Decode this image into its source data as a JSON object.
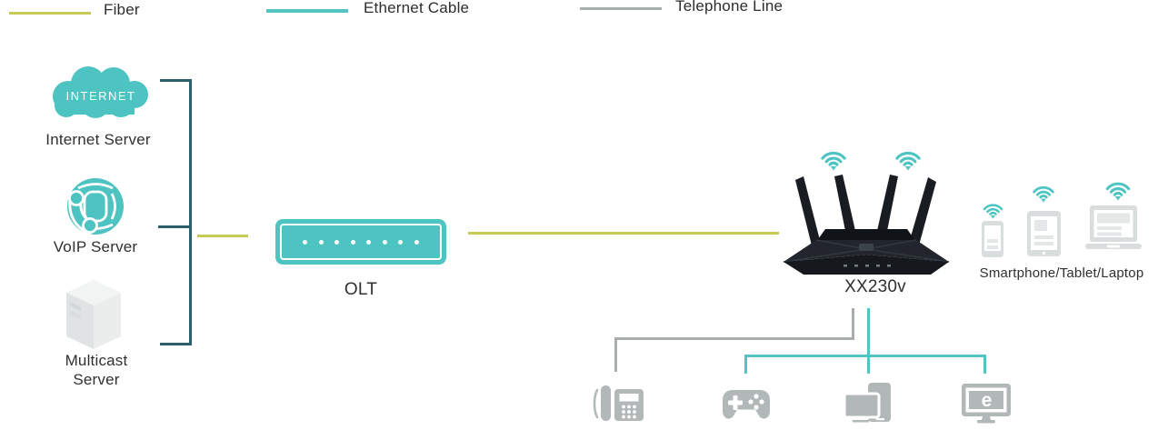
{
  "colors": {
    "fiber": "#C5CB55",
    "ethernet": "#54C3C4",
    "telephone": "#A9ADAD",
    "bracket": "#2B5F6A",
    "teal": "#4EC4C2",
    "gray_icon": "#B2B8B8",
    "light_icon": "#D9DDDD",
    "text": "#303030"
  },
  "legend": {
    "fiber": "Fiber",
    "ethernet": "Ethernet Cable",
    "telephone": "Telephone Line"
  },
  "servers": {
    "internet_cloud_text": "INTERNET",
    "internet_label": "Internet Server",
    "voip_label": "VoIP Server",
    "multicast_label": "Multicast Server"
  },
  "olt_label": "OLT",
  "router_label": "XX230v",
  "clients_label": "Smartphone/Tablet/Laptop",
  "browser_icon_letter": "e",
  "icons": [
    "internet-cloud-icon",
    "voip-globe-icon",
    "multicast-server-icon",
    "olt-device-icon",
    "router-icon",
    "wifi-icon",
    "smartphone-icon",
    "tablet-icon",
    "laptop-icon",
    "desk-phone-icon",
    "game-controller-icon",
    "iptv-icon",
    "browser-e-icon"
  ]
}
